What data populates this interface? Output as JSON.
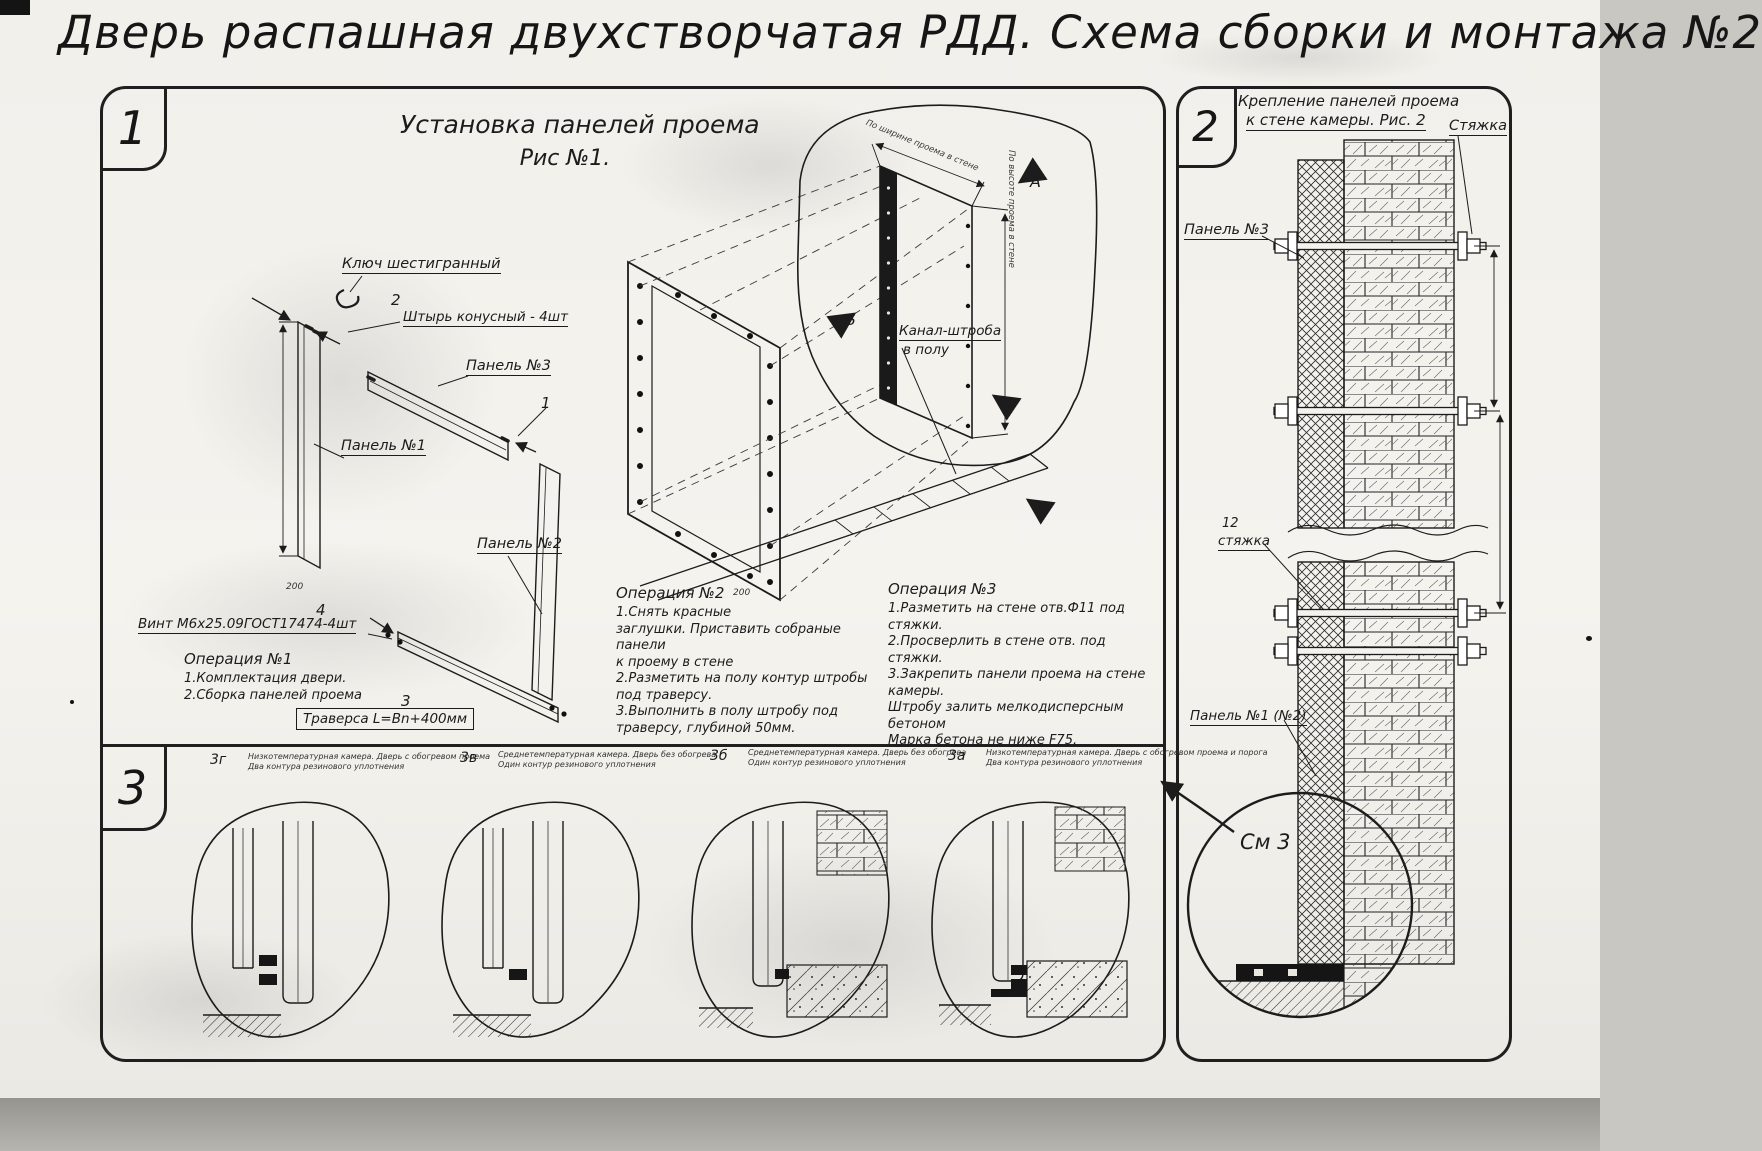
{
  "title": "Дверь распашная двухстворчатая РДД.  Схема сборки и монтажа №2",
  "panel1": {
    "number": "1",
    "fig_title": "Установка панелей проема",
    "fig_subtitle": "Рис №1.",
    "labels": {
      "hex_key": "Ключ шестигранный",
      "pin": "Штырь конусный - 4шт",
      "panel3": "Панель №3",
      "panel1": "Панель №1",
      "panel2": "Панель №2",
      "screw": "Винт М6х25.09ГОСТ17474-4шт",
      "traverse": "Траверса  L=Bn+400мм",
      "channel_line1": "Канал-штроба",
      "channel_line2": "в полу",
      "callout_1": "1",
      "callout_2": "2",
      "callout_3": "3",
      "callout_4": "4",
      "section_a": "А",
      "section_b": "Б",
      "dim_width": "По ширине проема в стене",
      "dim_height": "По высоте проема в стене",
      "dim_200a": "200",
      "dim_200b": "200"
    },
    "op1": {
      "title": "Операция №1",
      "lines": [
        "1.Комплектация двери.",
        "2.Сборка панелей проема"
      ]
    },
    "op2": {
      "title": "Операция №2",
      "lines": [
        "1.Снять красные",
        "заглушки. Приставить собраные панели",
        "к проему в стене",
        "2.Разметить на полу контур штробы",
        "под траверсу.",
        "3.Выполнить в полу штробу под",
        "траверсу, глубиной 50мм."
      ]
    },
    "op3": {
      "title": "Операция №3",
      "lines": [
        "1.Разметить на стене отв.Ф11 под",
        "стяжки.",
        "2.Просверлить в стене отв.  под",
        "стяжки.",
        "3.Закрепить панели проема на стене камеры.",
        "Штробу залить мелкодисперсным бетоном",
        "Марка бетона не ниже   F75."
      ]
    }
  },
  "panel2": {
    "number": "2",
    "fig_title_line1": "Крепление панелей проема",
    "fig_title_line2": "к стене камеры. Рис. 2",
    "labels": {
      "tie": "Стяжка",
      "panel3": "Панель №3",
      "tie_num": "12",
      "tie_word": "стяжка",
      "panel1": "Панель №1 (№2)",
      "see_detail": "См 3"
    }
  },
  "panel3": {
    "number": "3",
    "details": [
      {
        "id": "3г",
        "cap1": "Низкотемпературная камера. Дверь с обогревом проема",
        "cap2": "Два контура резинового уплотнения"
      },
      {
        "id": "3в",
        "cap1": "Среднетемпературная камера. Дверь без обогрева",
        "cap2": "Один контур резинового уплотнения"
      },
      {
        "id": "3б",
        "cap1": "Среднетемпературная камера. Дверь без обогрева",
        "cap2": "Один контур резинового уплотнения"
      },
      {
        "id": "3а",
        "cap1": "Низкотемпературная камера. Дверь с обогревом проема и порога",
        "cap2": "Два контура резинового уплотнения"
      }
    ]
  }
}
